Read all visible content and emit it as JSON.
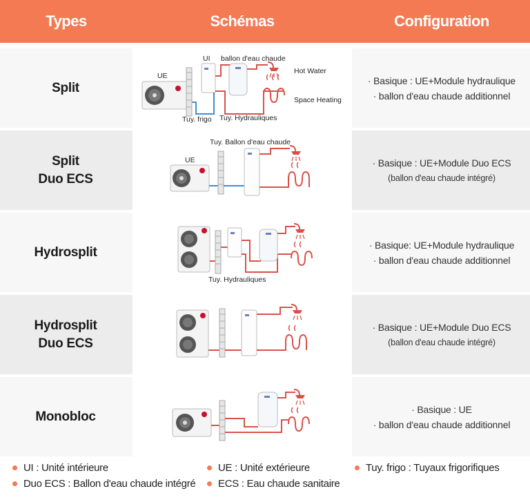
{
  "header": {
    "col_types": "Types",
    "col_schemas": "Schémas",
    "col_config": "Configuration"
  },
  "rows": [
    {
      "type": "Split",
      "config_line1": "· Basique : UE+Module hydraulique",
      "config_line2": "· ballon d'eau chaude additionnel",
      "labels": {
        "ue": "UE",
        "ui": "UI",
        "tank": "ballon d'eau chaude",
        "hot_water": "Hot Water",
        "space_heating": "Space Heating",
        "frigo": "Tuy. frigo",
        "hydrau": "Tuy. Hydrauliques"
      }
    },
    {
      "type": "Split\nDuo ECS",
      "config_line1": "· Basique : UE+Module Duo ECS",
      "config_line2": "(ballon d'eau chaude intégré)",
      "labels": {
        "ue": "UE",
        "tank": "Tuy. Ballon d'eau chaude"
      }
    },
    {
      "type": "Hydrosplit",
      "config_line1": "· Basique: UE+Module hydraulique",
      "config_line2": "· ballon d'eau chaude additionnel",
      "labels": {
        "hydrau": "Tuy. Hydrauliques"
      }
    },
    {
      "type": "Hydrosplit\nDuo ECS",
      "config_line1": "· Basique : UE+Module Duo ECS",
      "config_line2": "(ballon d'eau chaude intégré)"
    },
    {
      "type": "Monobloc",
      "config_line1": "· Basique : UE",
      "config_line2": "· ballon d'eau chaude additionnel"
    }
  ],
  "legend": [
    "UI : Unité intérieure",
    "UE : Unité extérieure",
    "Tuy. frigo : Tuyaux frigorifiques",
    "Duo ECS : Ballon d'eau chaude intégré",
    "ECS : Eau chaude sanitaire"
  ],
  "colors": {
    "accent": "#f37a52",
    "refrigerant_pipe": "#3a8fd6",
    "water_pipe": "#d9504a",
    "brand_logo": "#c8102e"
  }
}
